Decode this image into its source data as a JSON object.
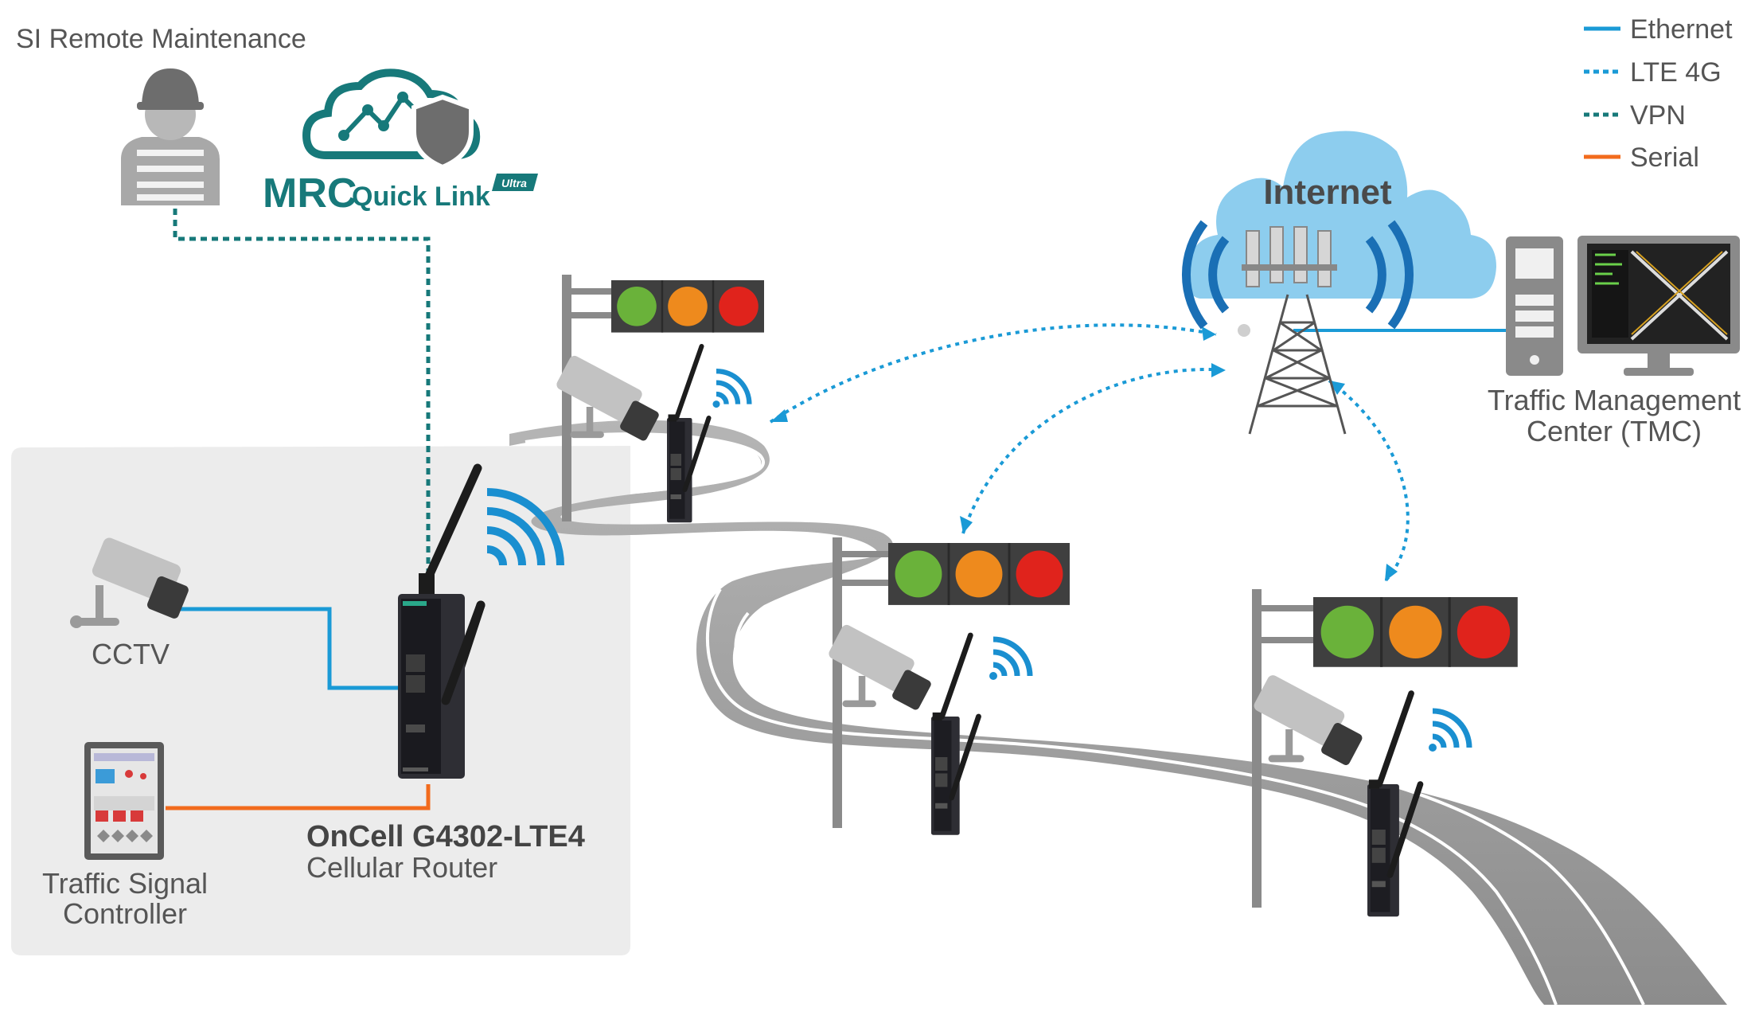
{
  "title": "SI Remote Maintenance",
  "logo": {
    "mrc": "MRC",
    "quicklink": "Quick Link",
    "ultra": "Ultra"
  },
  "internet_label": "Internet",
  "legend": [
    {
      "label": "Ethernet",
      "color": "#1a9ad6",
      "style": "solid"
    },
    {
      "label": "LTE 4G",
      "color": "#1a9ad6",
      "style": "dashed"
    },
    {
      "label": "VPN",
      "color": "#17797a",
      "style": "dashed"
    },
    {
      "label": "Serial",
      "color": "#f26b1d",
      "style": "solid"
    }
  ],
  "tmc": {
    "line1": "Traffic Management",
    "line2": "Center (TMC)"
  },
  "cctv": "CCTV",
  "controller": {
    "line1": "Traffic Signal",
    "line2": "Controller"
  },
  "router": {
    "model": "OnCell G4302-LTE4",
    "type": "Cellular Router"
  },
  "colors": {
    "ethernet": "#1a9ad6",
    "vpn": "#17797a",
    "serial": "#f26b1d",
    "light_green": "#6ab23a",
    "light_amber": "#ee8a1d",
    "light_red": "#e0231c",
    "cloud": "#8dcdee"
  }
}
